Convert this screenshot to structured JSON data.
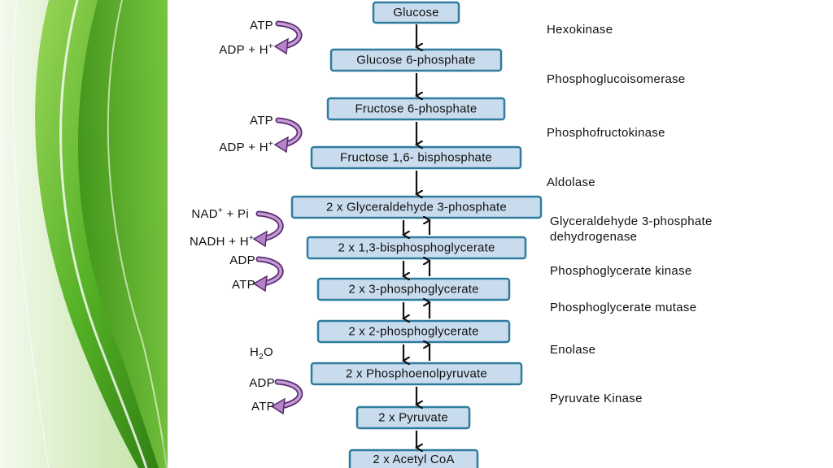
{
  "nodes": [
    {
      "label": "Glucose"
    },
    {
      "label": "Glucose 6-phosphate"
    },
    {
      "label": "Fructose 6-phosphate"
    },
    {
      "label": "Fructose 1,6- bisphosphate"
    },
    {
      "label": "2 x Glyceraldehyde 3-phosphate"
    },
    {
      "label": "2 x 1,3-bisphosphoglycerate"
    },
    {
      "label": "2 x 3-phosphoglycerate"
    },
    {
      "label": "2 x 2-phosphoglycerate"
    },
    {
      "label": "2 x Phosphoenolpyruvate"
    },
    {
      "label": "2 x Pyruvate"
    },
    {
      "label": "2 x Acetyl CoA"
    }
  ],
  "enzymes": [
    {
      "lines": [
        "Hexokinase"
      ]
    },
    {
      "lines": [
        "Phosphoglucoisomerase"
      ]
    },
    {
      "lines": [
        "Phosphofructokinase"
      ]
    },
    {
      "lines": [
        "Aldolase"
      ]
    },
    {
      "lines": [
        "Glyceraldehyde 3-phosphate",
        "dehydrogenase"
      ]
    },
    {
      "lines": [
        "Phosphoglycerate kinase"
      ]
    },
    {
      "lines": [
        "Phosphoglycerate mutase"
      ]
    },
    {
      "lines": [
        "Enolase"
      ]
    },
    {
      "lines": [
        "Pyruvate Kinase"
      ]
    }
  ],
  "cofactors": {
    "atp_1": "ATP",
    "adp_1": "ADP + H",
    "adp_1_sup": "+",
    "atp_2": "ATP",
    "adp_2": "ADP + H",
    "adp_2_sup": "+",
    "nad_base": "NAD",
    "nad_sup": "+",
    "nad_rest": " + Pi",
    "nadh_base": "NADH + H",
    "nadh_sup": "+",
    "adp_3": "ADP",
    "atp_3": "ATP",
    "h2o_h": "H",
    "h2o_sub": "2",
    "h2o_o": "O",
    "adp_4": "ADP",
    "atp_4": "ATP"
  },
  "colors": {
    "node_fill": "#c9dcee",
    "node_border": "#2f7c9e",
    "curl_arrow": "#5a2a70",
    "background_green": "#5cb82e"
  }
}
